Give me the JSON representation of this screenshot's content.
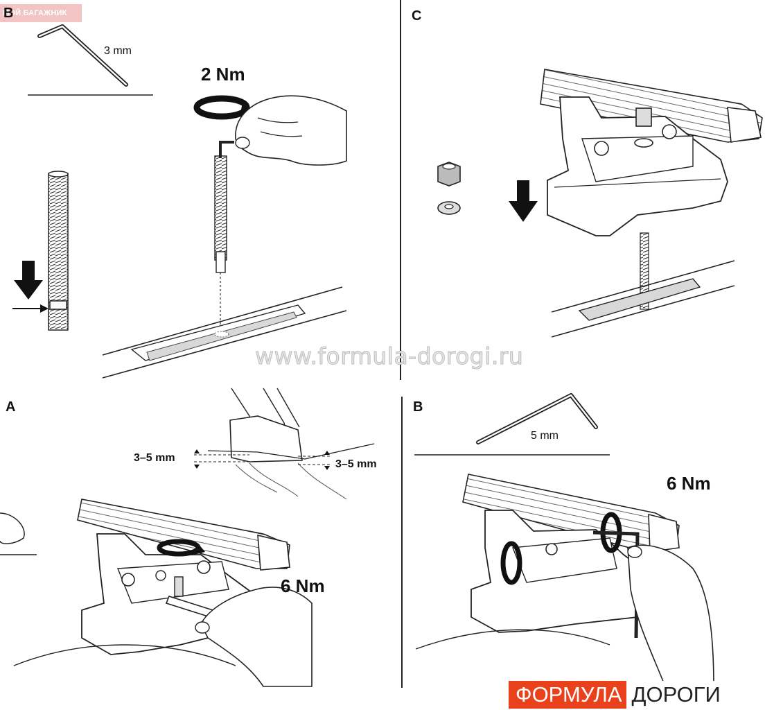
{
  "badge": {
    "text": "МОЙ БАГАЖНИК"
  },
  "watermark": {
    "text": "www.formula-dorogi.ru"
  },
  "brand": {
    "part1": "ФОРМУЛА",
    "part2": "ДОРОГИ"
  },
  "panels": {
    "top_left": {
      "letter": "B",
      "wrench_size": "3 mm",
      "torque": "2 Nm"
    },
    "top_right": {
      "letter": "C"
    },
    "bottom_left": {
      "letter": "A",
      "gap_left": "3–5 mm",
      "gap_right": "3–5 mm",
      "torque": "6 Nm"
    },
    "bottom_right": {
      "letter": "B",
      "wrench_size": "5 mm",
      "torque": "6 Nm"
    }
  }
}
